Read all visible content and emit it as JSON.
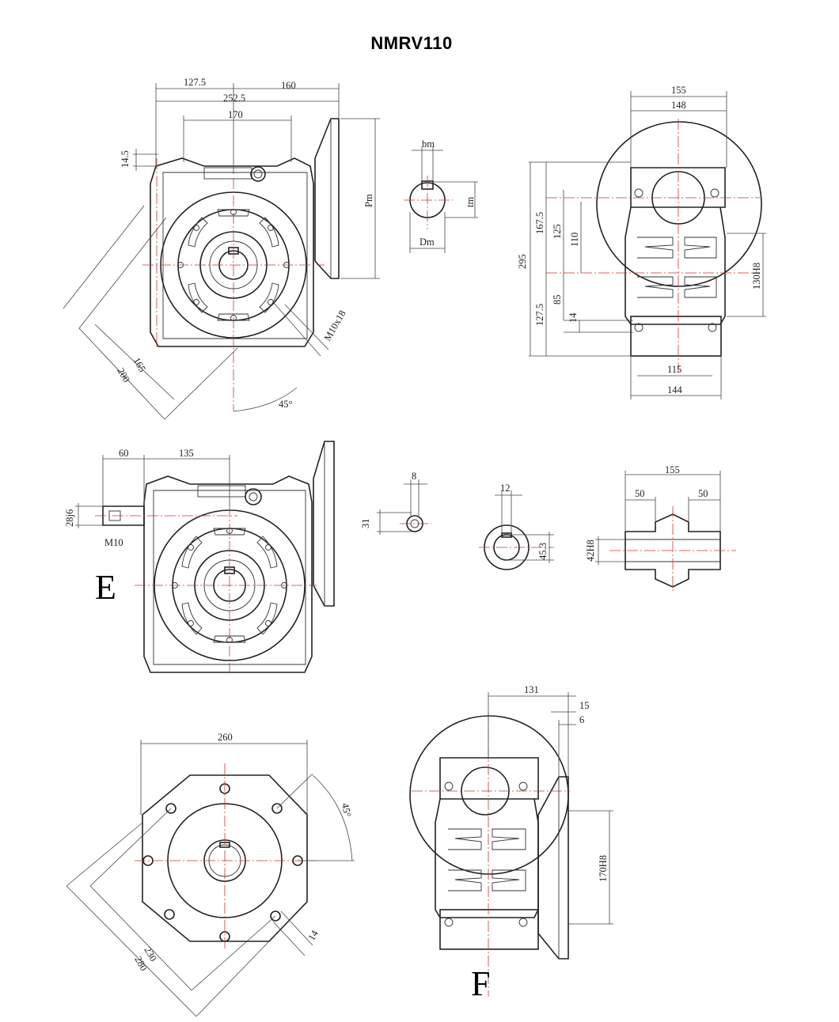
{
  "title": "NMRV110",
  "view_labels": {
    "e": "E",
    "f": "F"
  },
  "dims": {
    "d127_5": "127.5",
    "d160": "160",
    "d252_5": "252.5",
    "d170": "170",
    "d14_5": "14.5",
    "pm": "Pm",
    "d165": "165",
    "d200": "200",
    "m10x18": "M10x18",
    "a45": "45°",
    "bm": "bm",
    "tm": "tm",
    "dm": "Dm",
    "d155": "155",
    "d148": "148",
    "d295": "295",
    "d167_5": "167.5",
    "d125": "125",
    "d110": "110",
    "d130h8": "130H8",
    "d85": "85",
    "d127_5b": "127.5",
    "d14": "14",
    "d115": "115",
    "d144": "144",
    "e60": "60",
    "e135": "135",
    "e28j6": "28j6",
    "em10": "M10",
    "k8": "8",
    "k31": "31",
    "h12": "12",
    "h45_3": "45.3",
    "s155": "155",
    "s50a": "50",
    "s50b": "50",
    "s42h8": "42H8",
    "f260": "260",
    "f45": "45°",
    "f230": "230",
    "f280": "280",
    "f14": "14",
    "g131": "131",
    "g15": "15",
    "g6": "6",
    "g170h8": "170H8"
  }
}
